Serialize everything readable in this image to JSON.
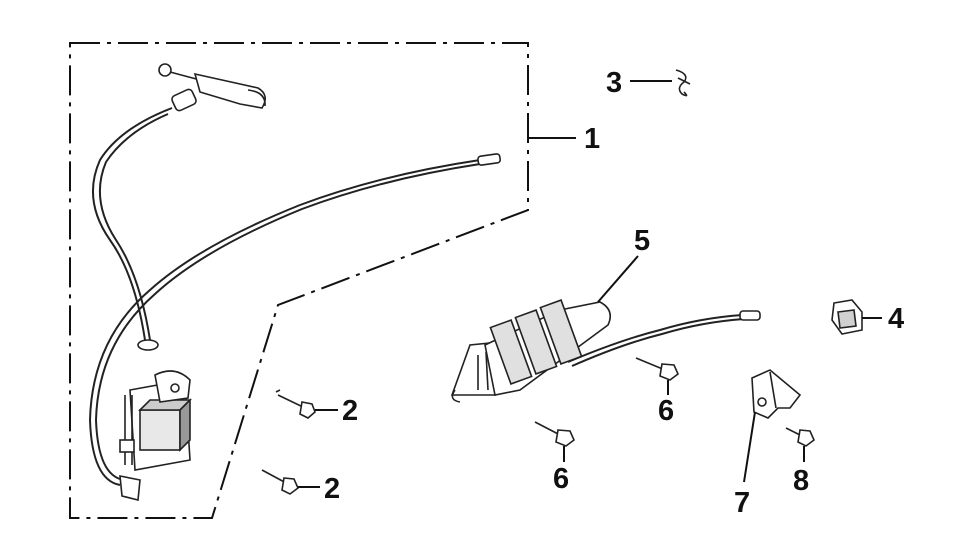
{
  "diagram": {
    "callouts": [
      {
        "id": "c1",
        "label": "1"
      },
      {
        "id": "c2a",
        "label": "2"
      },
      {
        "id": "c2b",
        "label": "2"
      },
      {
        "id": "c3",
        "label": "3"
      },
      {
        "id": "c4",
        "label": "4"
      },
      {
        "id": "c5",
        "label": "5"
      },
      {
        "id": "c6a",
        "label": "6"
      },
      {
        "id": "c6b",
        "label": "6"
      },
      {
        "id": "c7",
        "label": "7"
      },
      {
        "id": "c8",
        "label": "8"
      }
    ]
  }
}
